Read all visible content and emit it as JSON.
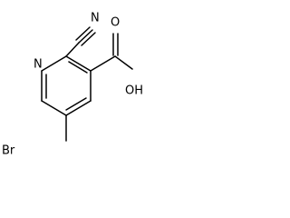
{
  "molecule": {
    "atoms": {
      "ring_nitrogen": "N",
      "nitrile_nitrogen": "N",
      "carbonyl_oxygen": "O",
      "hydroxyl": "OH",
      "bromine": "Br"
    }
  }
}
